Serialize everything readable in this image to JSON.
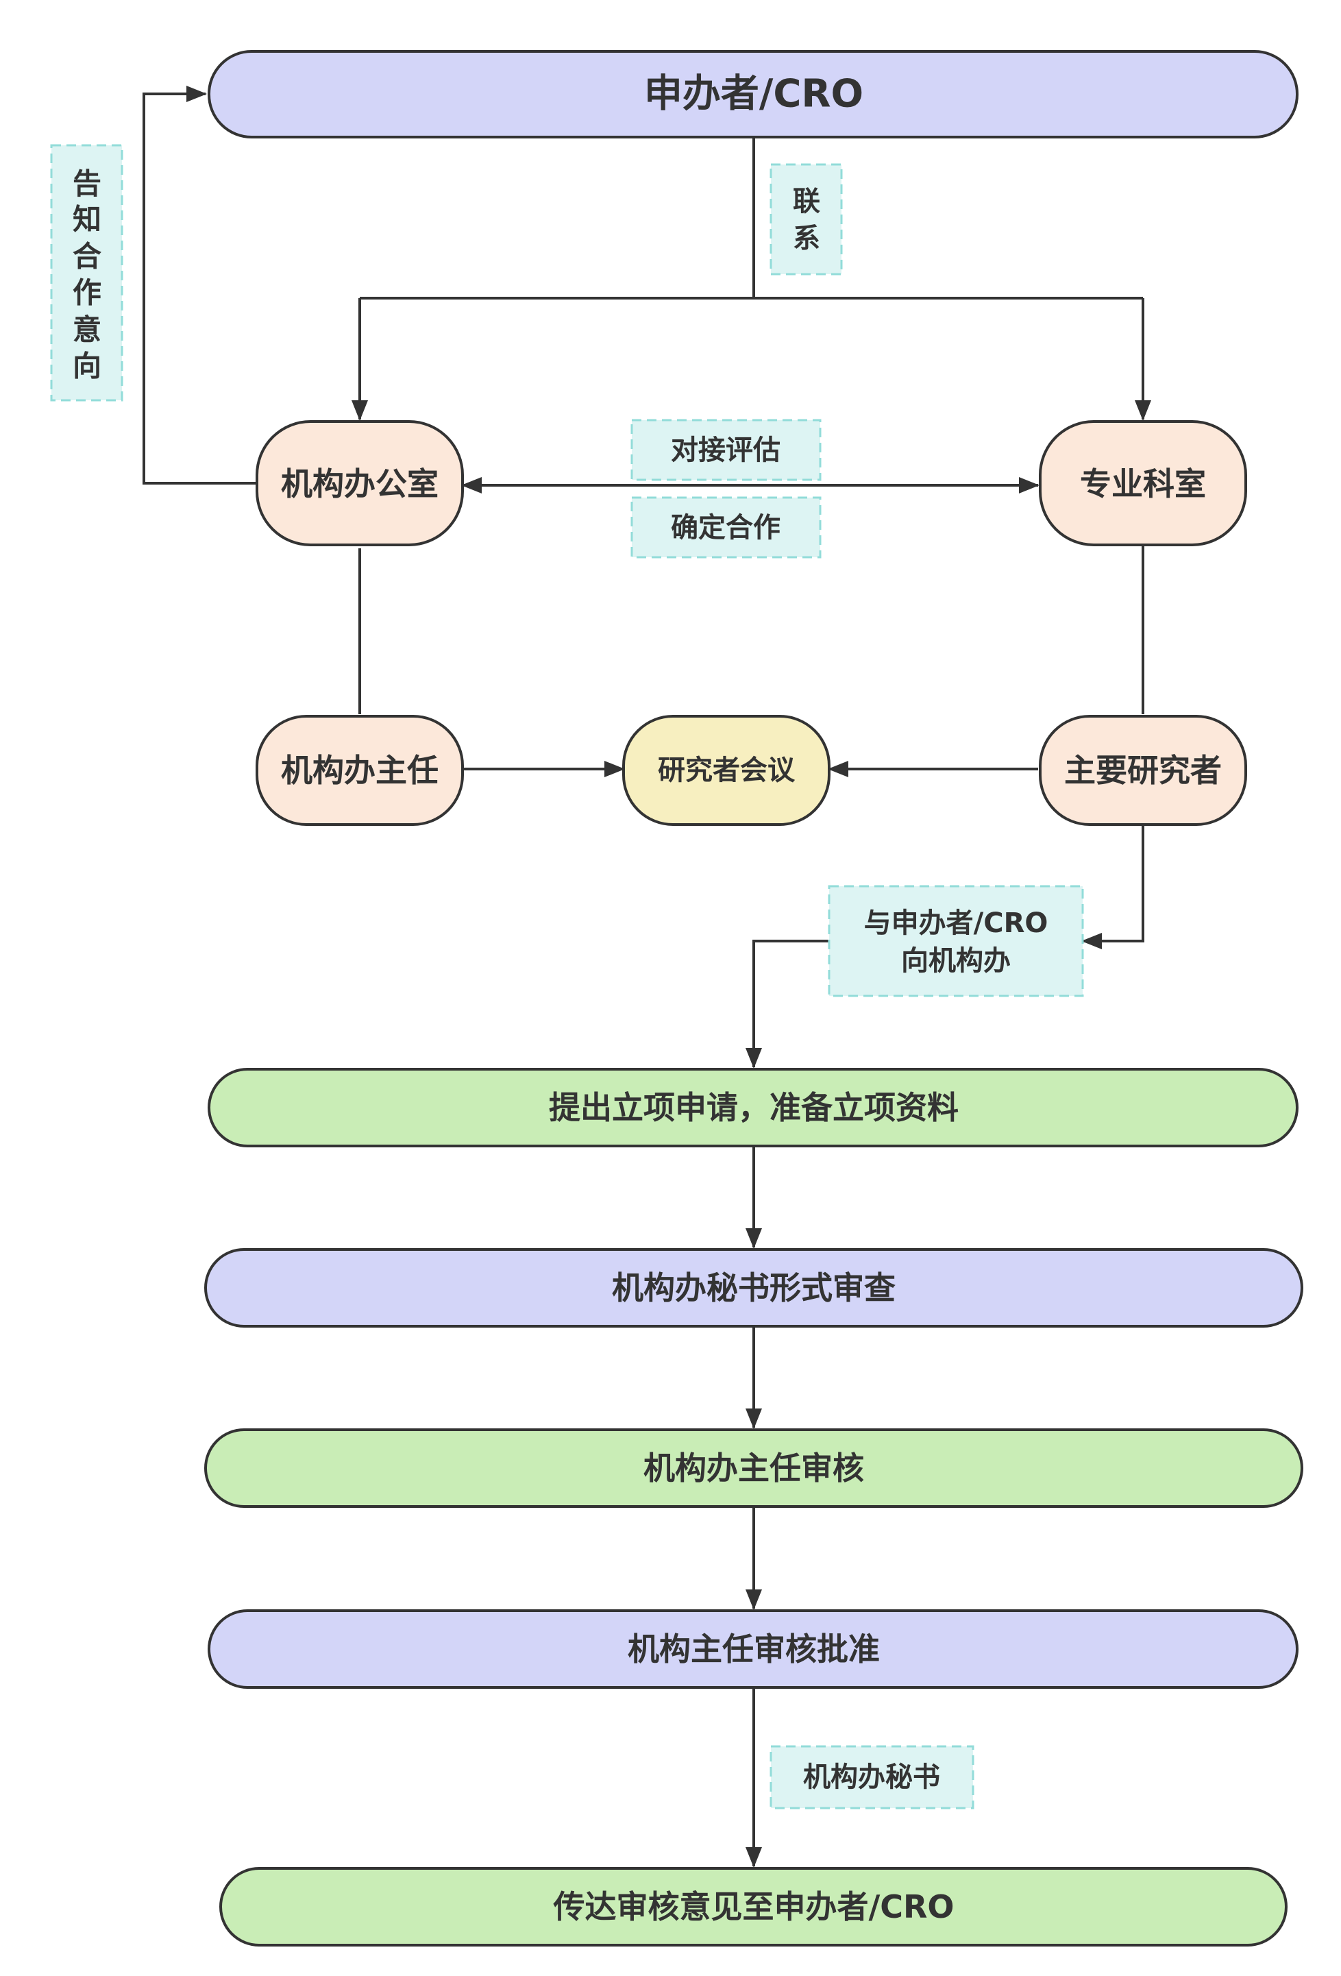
{
  "colors": {
    "blue_fill": "#D3D5F8",
    "green_fill": "#C9EDB6",
    "peach_fill": "#FCE8DA",
    "yellow_fill": "#F7EFC0",
    "note_fill": "#DDF4F3",
    "note_border": "#92DCD9",
    "line": "#333333",
    "text": "#333333"
  },
  "nodes": {
    "sponsor": "申办者/CRO",
    "office": "机构办公室",
    "dept": "专业科室",
    "director": "机构办主任",
    "meeting": "研究者会议",
    "pi": "主要研究者",
    "apply": "提出立项申请，准备立项资料",
    "secretary_review": "机构办秘书形式审查",
    "director_audit": "机构办主任审核",
    "director_approve": "机构主任审核批准",
    "convey": "传达审核意见至申办者/CRO"
  },
  "notes": {
    "inform": [
      "告",
      "知",
      "合",
      "作",
      "意",
      "向"
    ],
    "contact": [
      "联",
      "系"
    ],
    "assess": "对接评估",
    "confirm": "确定合作",
    "with_sponsor": [
      "与申办者/CRO",
      "向机构办"
    ],
    "secretary": "机构办秘书"
  }
}
